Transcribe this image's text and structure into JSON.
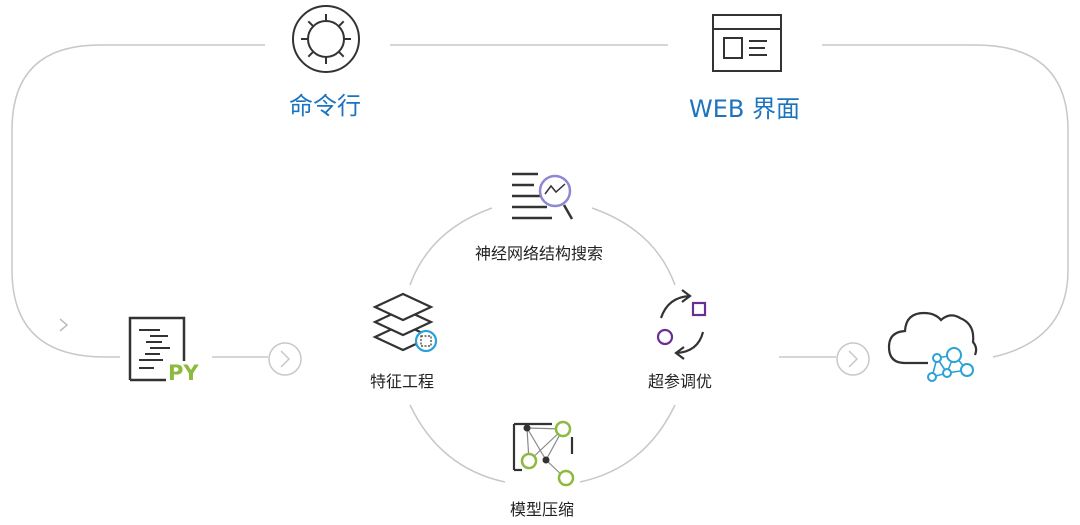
{
  "labels": {
    "command_line": "命令行",
    "web_ui": "WEB 界面",
    "nas": "神经网络结构搜索",
    "feature_engineering": "特征工程",
    "hpo": "超参调优",
    "model_compression": "模型压缩",
    "py_badge": "PY"
  },
  "colors": {
    "blue": "#1e73be",
    "green": "#8cba3f",
    "purple": "#6a2f93",
    "lavender": "#8d87d4",
    "lightblue": "#2aa1d8",
    "line": "#c8c8c8",
    "icon": "#333333"
  }
}
